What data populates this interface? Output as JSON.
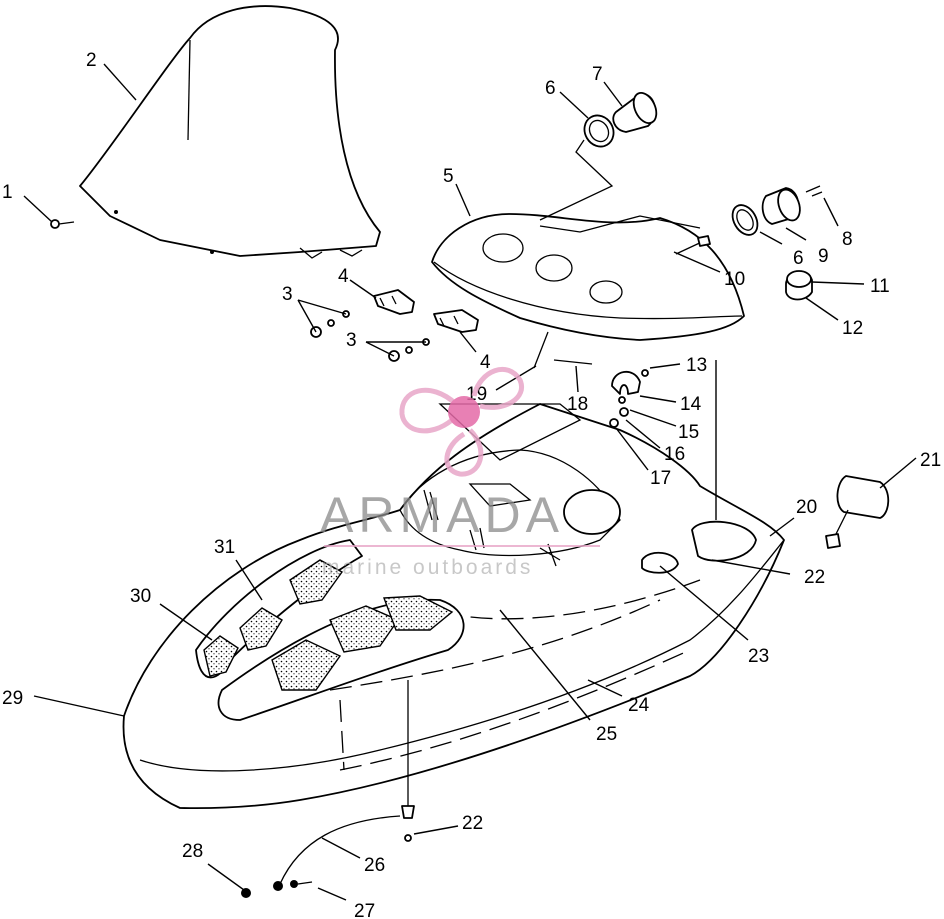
{
  "diagram": {
    "callouts": [
      {
        "id": "c1",
        "text": "1"
      },
      {
        "id": "c2",
        "text": "2"
      },
      {
        "id": "c3a",
        "text": "3"
      },
      {
        "id": "c3b",
        "text": "3"
      },
      {
        "id": "c4a",
        "text": "4"
      },
      {
        "id": "c4b",
        "text": "4"
      },
      {
        "id": "c5",
        "text": "5"
      },
      {
        "id": "c6a",
        "text": "6"
      },
      {
        "id": "c6b",
        "text": "6"
      },
      {
        "id": "c7",
        "text": "7"
      },
      {
        "id": "c8",
        "text": "8"
      },
      {
        "id": "c9",
        "text": "9"
      },
      {
        "id": "c10",
        "text": "10"
      },
      {
        "id": "c11",
        "text": "11"
      },
      {
        "id": "c12",
        "text": "12"
      },
      {
        "id": "c13",
        "text": "13"
      },
      {
        "id": "c14",
        "text": "14"
      },
      {
        "id": "c15",
        "text": "15"
      },
      {
        "id": "c16",
        "text": "16"
      },
      {
        "id": "c17",
        "text": "17"
      },
      {
        "id": "c18",
        "text": "18"
      },
      {
        "id": "c19",
        "text": "19"
      },
      {
        "id": "c20",
        "text": "20"
      },
      {
        "id": "c21",
        "text": "21"
      },
      {
        "id": "c22a",
        "text": "22"
      },
      {
        "id": "c22b",
        "text": "22"
      },
      {
        "id": "c23",
        "text": "23"
      },
      {
        "id": "c24",
        "text": "24"
      },
      {
        "id": "c25",
        "text": "25"
      },
      {
        "id": "c26",
        "text": "26"
      },
      {
        "id": "c27",
        "text": "27"
      },
      {
        "id": "c28",
        "text": "28"
      },
      {
        "id": "c29",
        "text": "29"
      },
      {
        "id": "c30",
        "text": "30"
      },
      {
        "id": "c31",
        "text": "31"
      }
    ]
  },
  "watermark": {
    "title": "ARMADA",
    "subtitle": "marine outboards",
    "logo_color": "#e8a6c8",
    "logo_hub_color": "#e56aa8",
    "text_color": "#8a8a8a"
  }
}
